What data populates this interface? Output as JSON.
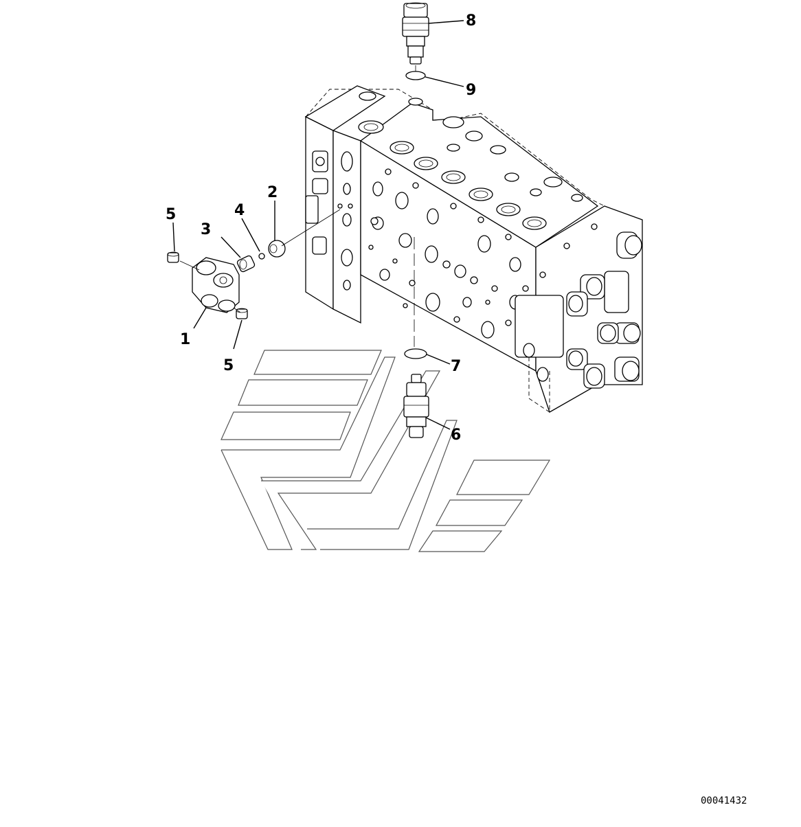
{
  "drawing": {
    "reference_number": "00041432"
  },
  "callouts": [
    {
      "number": "1"
    },
    {
      "number": "2"
    },
    {
      "number": "3"
    },
    {
      "number": "4"
    },
    {
      "number": "5"
    },
    {
      "number": "5"
    },
    {
      "number": "6"
    },
    {
      "number": "7"
    },
    {
      "number": "8"
    },
    {
      "number": "9"
    }
  ],
  "colors": {
    "line": "#000000",
    "logo_outline": "#555555",
    "background": "#ffffff"
  }
}
